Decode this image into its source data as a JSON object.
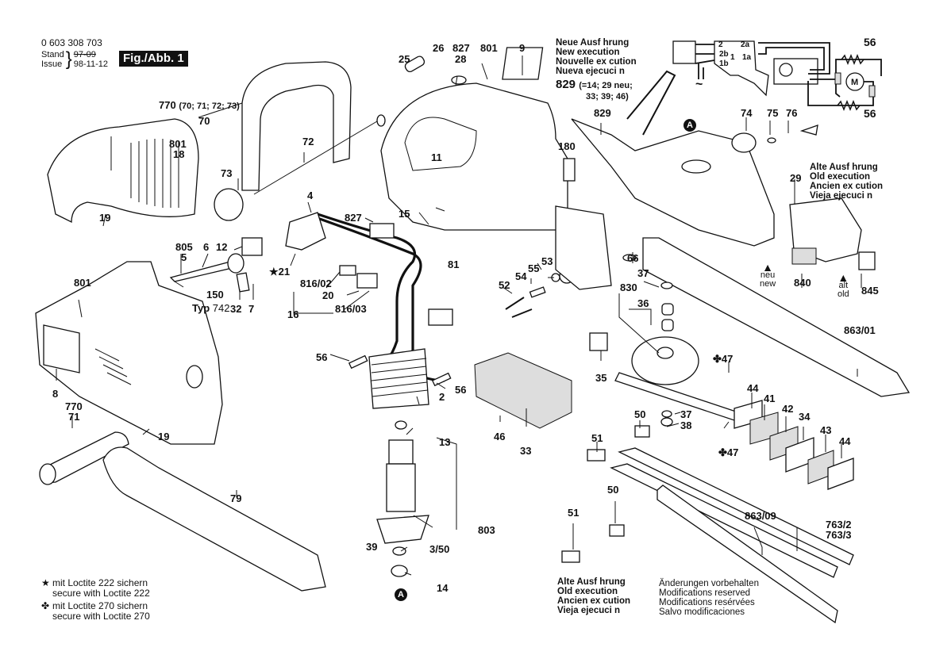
{
  "header": {
    "part_number": "0 603 308 703",
    "stand_label": "Stand",
    "issue_label": "Issue",
    "stand_value_struck": "97-09",
    "issue_value": "98-11-12",
    "figure_label": "Fig./Abb. 1"
  },
  "notes": {
    "new_execution": [
      "Neue Ausf hrung",
      "New execution",
      "Nouvelle ex cution",
      "Nueva ejecuci n"
    ],
    "new_execution_kit": {
      "part": "829",
      "contents_line1": "(=14; 29 neu;",
      "contents_line2": "33; 39; 46)"
    },
    "old_execution_right": [
      "Alte Ausf hrung",
      "Old execution",
      "Ancien ex cution",
      "Vieja ejecuci n"
    ],
    "old_execution_bottom": [
      "Alte Ausf hrung",
      "Old execution",
      "Ancien ex cution",
      "Vieja ejecuci n"
    ],
    "neu_new": [
      "neu",
      "new"
    ],
    "alt_old": [
      "alt",
      "old"
    ],
    "handle_kit": {
      "part": "770",
      "contents": "(70; 71; 72; 73)"
    },
    "typ": {
      "label": "Typ",
      "value": "742"
    }
  },
  "legend": {
    "star_symbol": "★",
    "star_lines": [
      "mit Loctite 222 sichern",
      "secure with Loctite 222"
    ],
    "club_symbol": "✤",
    "club_lines": [
      "mit Loctite 270 sichern",
      "secure with Loctite 270"
    ]
  },
  "footer": {
    "lines": [
      "Änderungen vorbehalten",
      "Modifications reserved",
      "Modifications resérvées",
      "Salvo modificaciones"
    ]
  },
  "wiring": {
    "terminals": [
      "2",
      "2a",
      "2b",
      "1",
      "1a",
      "1b"
    ],
    "motor_symbol": "M",
    "ac_symbol": "~",
    "resistor_part": "56"
  },
  "reference_marker": "A",
  "part_labels": {
    "p26": "26",
    "p25": "25",
    "p827a": "827",
    "p28": "28",
    "p801a": "801",
    "p9": "9",
    "p70": "70",
    "p72": "72",
    "p73": "73",
    "p801b": "801",
    "p18": "18",
    "p19a": "19",
    "p4": "4",
    "p11": "11",
    "p180": "180",
    "p827b": "827",
    "p15": "15",
    "p12": "12",
    "p805": "805",
    "p5": "5",
    "p6": "6",
    "p21": "21",
    "p81": "81",
    "p816_02": "816/02",
    "p20": "20",
    "p816_03": "816/03",
    "p16": "16",
    "p150": "150",
    "p32": "32",
    "p7": "7",
    "p801c": "801",
    "p8": "8",
    "p770": "770",
    "p71": "71",
    "p19b": "19",
    "p79": "79",
    "p56a": "56",
    "p56b": "56",
    "p2": "2",
    "p13": "13",
    "p803": "803",
    "p3_50": "3/50",
    "p39": "39",
    "p14": "14",
    "p52": "52",
    "p54": "54",
    "p55": "55",
    "p53": "53",
    "p46": "46",
    "p33": "33",
    "p35": "35",
    "p829": "829",
    "p74": "74",
    "p75": "75",
    "p76": "76",
    "p29": "29",
    "p66": "66",
    "p840": "840",
    "p845": "845",
    "p37a": "37",
    "p830": "830",
    "p36": "36",
    "p863_01": "863/01",
    "p47a": "47",
    "p44a": "44",
    "p41": "41",
    "p42": "42",
    "p34": "34",
    "p43": "43",
    "p44b": "44",
    "p37b": "37",
    "p38": "38",
    "p47b": "47",
    "p50a": "50",
    "p51a": "51",
    "p863_09": "863/09",
    "p763_2": "763/2",
    "p763_3": "763/3",
    "p51b": "51",
    "p50b": "50",
    "p56w1": "56",
    "p56w2": "56"
  }
}
